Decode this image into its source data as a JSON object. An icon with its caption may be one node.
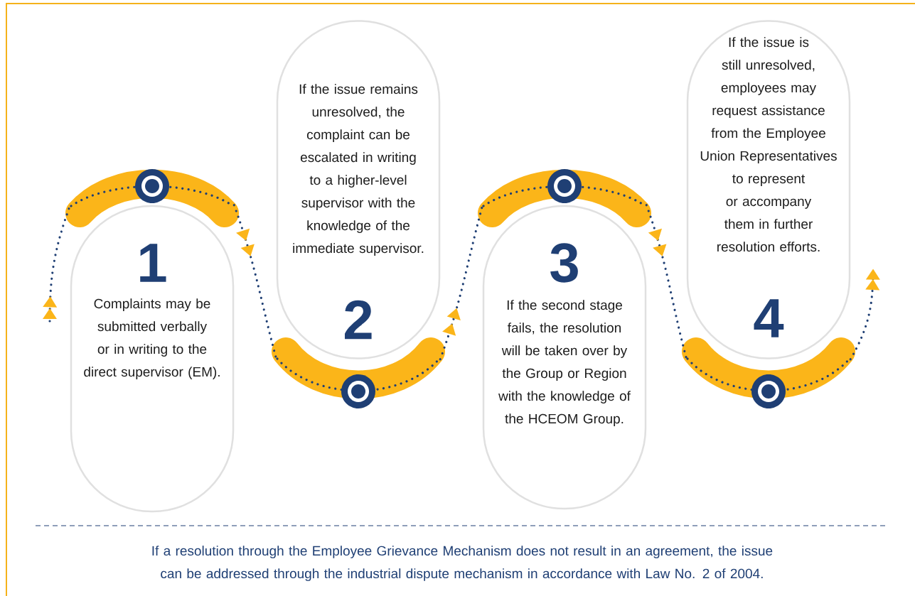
{
  "diagram": {
    "nodes": [
      {
        "text": [
          "1",
          "Complaints may be submitted verbally or in writing to the direct supervisor (EM)."
        ]
      },
      {
        "text": [
          "If the issue remains unresolved, the complaint can be escalated in writing to a higher-level supervisor with the knowledge of the immediate supervisor.",
          "2"
        ]
      },
      {
        "text": [
          "3",
          "If the second stage fails, the resolution will be taken over by the Group or Region with the knowledge of the HCEOM Group."
        ]
      },
      {
        "text": [
          "If the issue is still unresolved, employees may request assistance from the Employee Union Representatives to represent or accompany them in further resolution efforts.",
          "4"
        ]
      }
    ],
    "edges": [
      {
        "from": null,
        "to": 0,
        "arrow": "to",
        "style": "dashed"
      },
      {
        "from": 0,
        "to": 1,
        "arrow": "to",
        "style": "dashed"
      },
      {
        "from": 1,
        "to": 2,
        "arrow": "to",
        "style": "dashed"
      },
      {
        "from": 2,
        "to": 3,
        "arrow": "to",
        "style": "dashed"
      },
      {
        "from": 3,
        "to": null,
        "arrow": "to",
        "style": "dashed"
      }
    ],
    "caption": "If a resolution through the Employee Grievance Mechanism does not result in an agreement, the issue can be addressed through the industrial dispute mechanism in accordance with Law No. 2 of 2004."
  }
}
